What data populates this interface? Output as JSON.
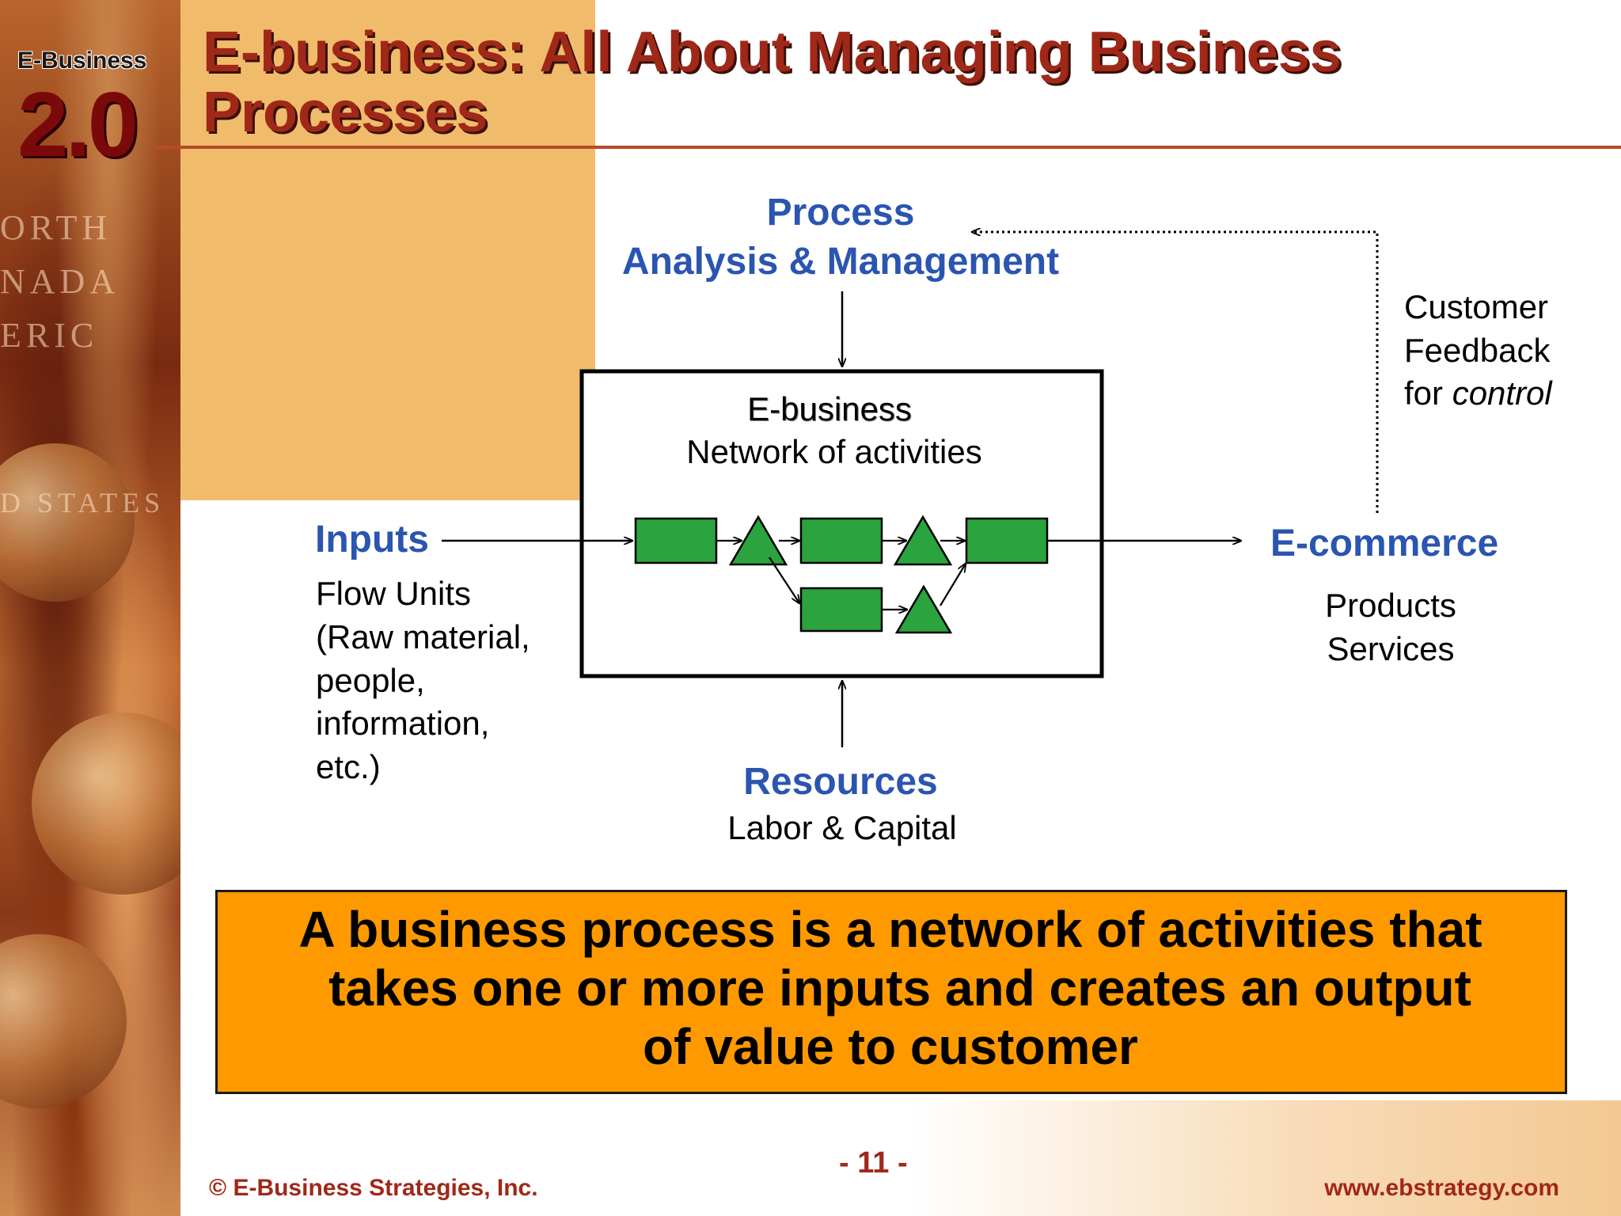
{
  "logo": {
    "top": "E-Business",
    "number": "2.0"
  },
  "title": "E-business: All About Managing Business Processes",
  "diagram": {
    "process_label_1": "Process",
    "process_label_2": "Analysis & Management",
    "box_title": "E-business",
    "box_subtitle": "Network of activities",
    "inputs_label": "Inputs",
    "inputs_detail": [
      "Flow Units",
      "(Raw material,",
      "people,",
      "information,",
      "etc.)"
    ],
    "resources_label": "Resources",
    "resources_detail": "Labor & Capital",
    "output_label": "E-commerce",
    "output_detail": [
      "Products",
      "Services"
    ],
    "feedback_lines": [
      "Customer",
      "Feedback"
    ],
    "feedback_prefix": "for ",
    "feedback_emph": "control",
    "colors": {
      "activity_fill": "#2ba33e",
      "label_blue": "#2a55b0"
    }
  },
  "summary": {
    "line1": "A business process is a network of activities that",
    "line2": "takes one or more inputs and creates an output",
    "line3": "of value to customer"
  },
  "footer": {
    "copyright": "© E-Business Strategies, Inc.",
    "page": "- 11 -",
    "url": "www.ebstrategy.com"
  }
}
